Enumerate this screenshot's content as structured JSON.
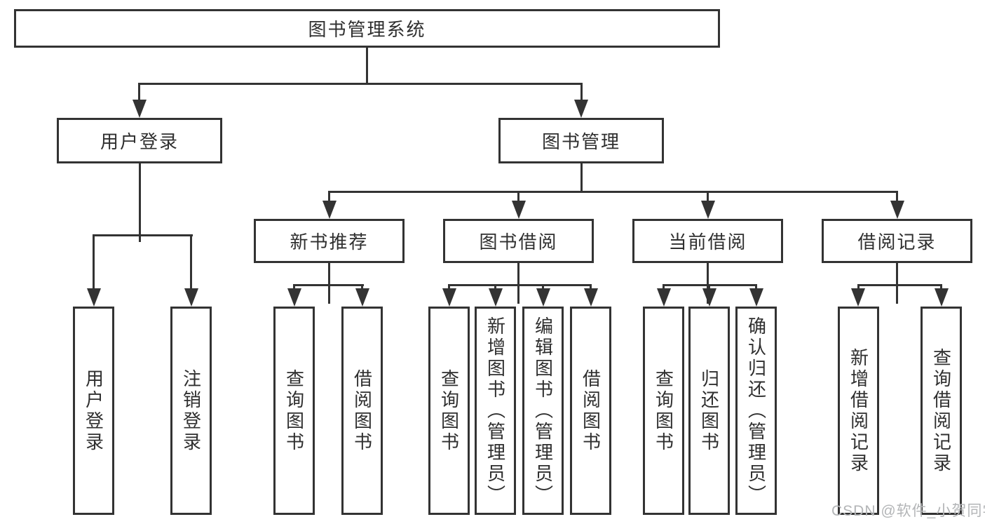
{
  "diagram": {
    "root": {
      "label": "图书管理系统"
    },
    "level2": [
      {
        "label": "用户登录"
      },
      {
        "label": "图书管理"
      }
    ],
    "level3": [
      {
        "label": "新书推荐"
      },
      {
        "label": "图书借阅"
      },
      {
        "label": "当前借阅"
      },
      {
        "label": "借阅记录"
      }
    ],
    "leaves": {
      "user_login": [
        {
          "label": "用户登录"
        },
        {
          "label": "注销登录"
        }
      ],
      "new_book_recommend": [
        {
          "label": "查询图书"
        },
        {
          "label": "借阅图书"
        }
      ],
      "book_borrow": [
        {
          "label": "查询图书"
        },
        {
          "label": "新增图书（管理员）"
        },
        {
          "label": "编辑图书（管理员）"
        },
        {
          "label": "借阅图书"
        }
      ],
      "current_borrow": [
        {
          "label": "查询图书"
        },
        {
          "label": "归还图书"
        },
        {
          "label": "确认归还（管理员）"
        }
      ],
      "borrow_records": [
        {
          "label": "新增借阅记录"
        },
        {
          "label": "查询借阅记录"
        }
      ]
    },
    "watermark": "CSDN @软件_小贺同学",
    "colors": {
      "line": "#333333",
      "text": "#2f2f2f",
      "watermark": "#b3b5b7",
      "background": "#ffffff"
    }
  }
}
